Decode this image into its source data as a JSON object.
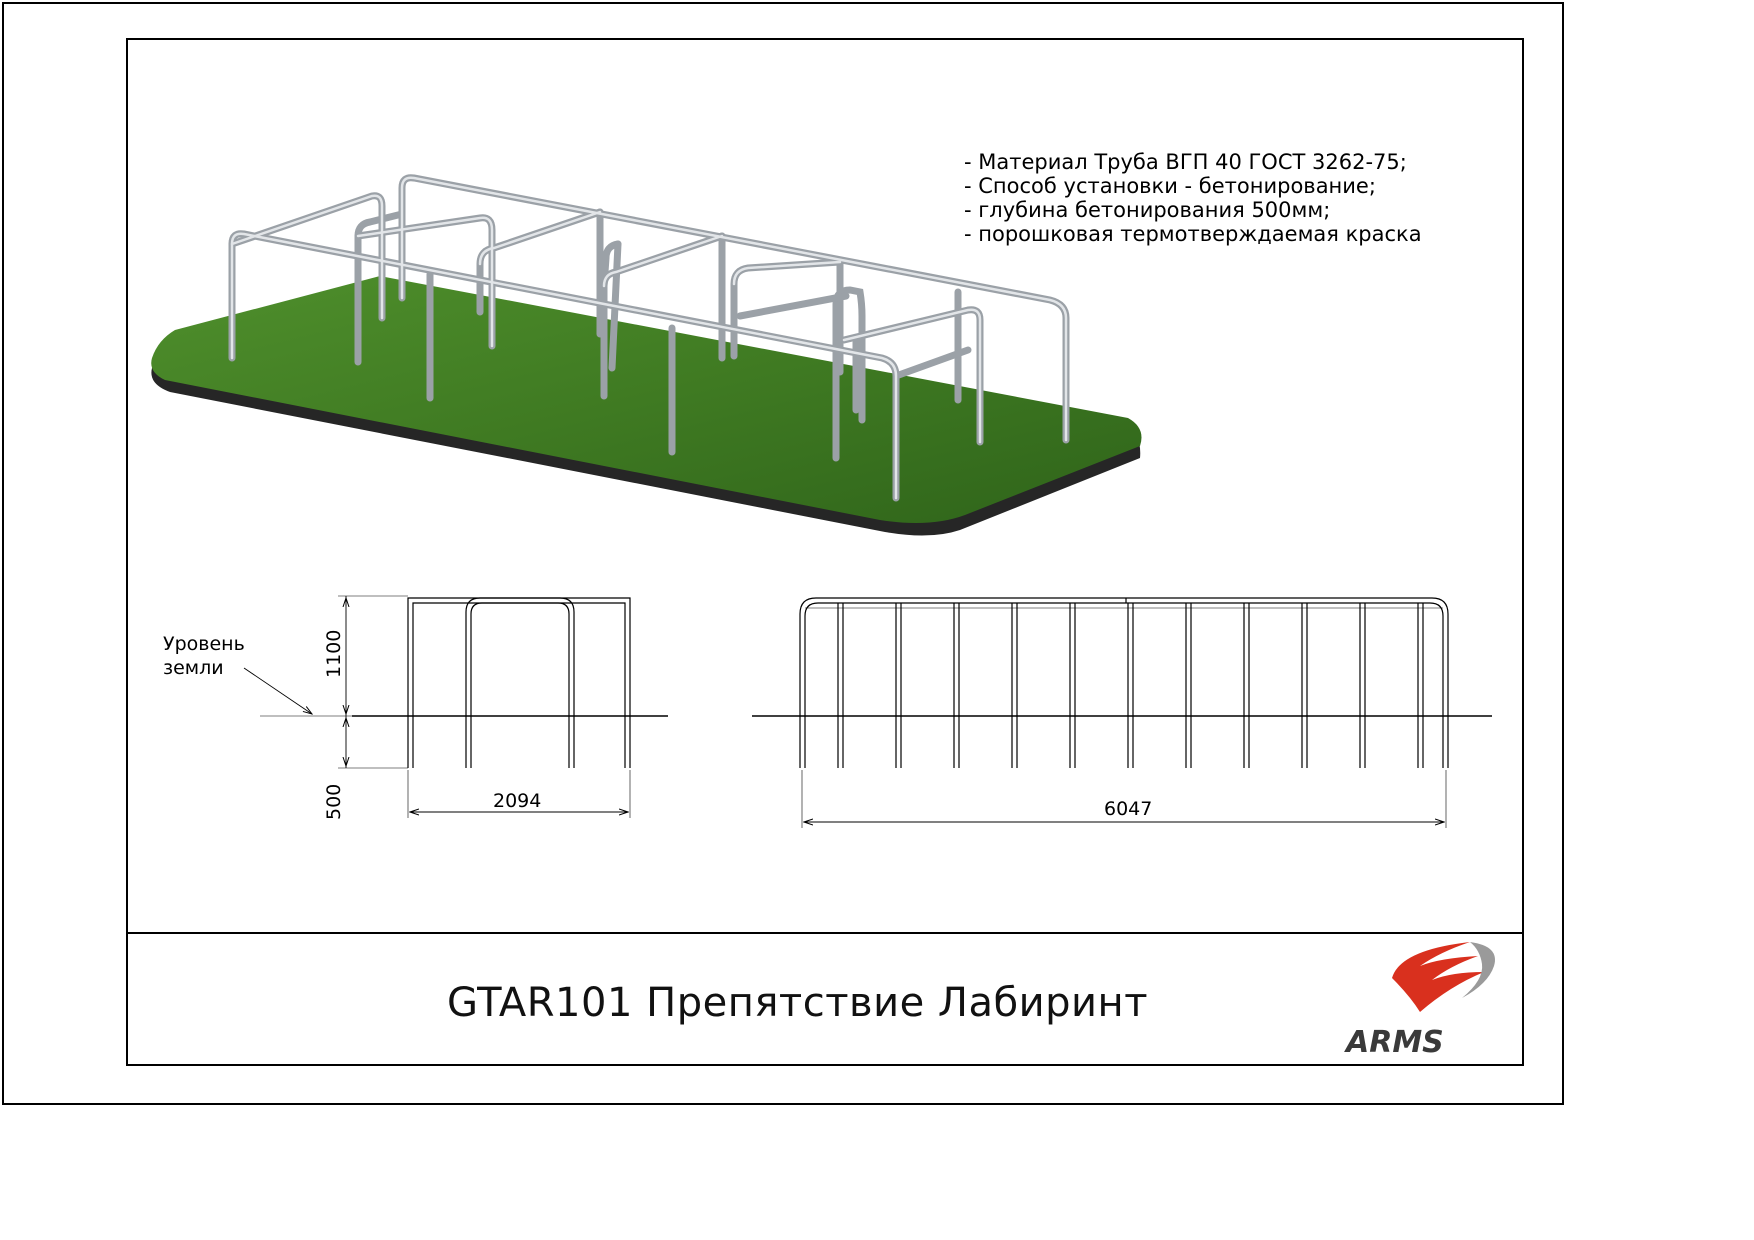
{
  "specs": [
    "- Материал Труба ВГП 40 ГОСТ 3262-75;",
    "- Способ установки - бетонирование;",
    "- глубина бетонирования 500мм;",
    "- порошковая термотверждаемая краска"
  ],
  "side_view": {
    "ground_label_line1": "Уровень",
    "ground_label_line2": "земли",
    "height_above": "1100",
    "depth_below": "500",
    "width": "2094"
  },
  "front_view": {
    "length": "6047"
  },
  "title": "GTAR101 Препятствие Лабиринт",
  "logo_text": "ARMS",
  "colors": {
    "grass": "#3f7a22",
    "base": "#2a2a2a",
    "pipe": "#c8ccd0",
    "logo_red": "#d9301e"
  }
}
